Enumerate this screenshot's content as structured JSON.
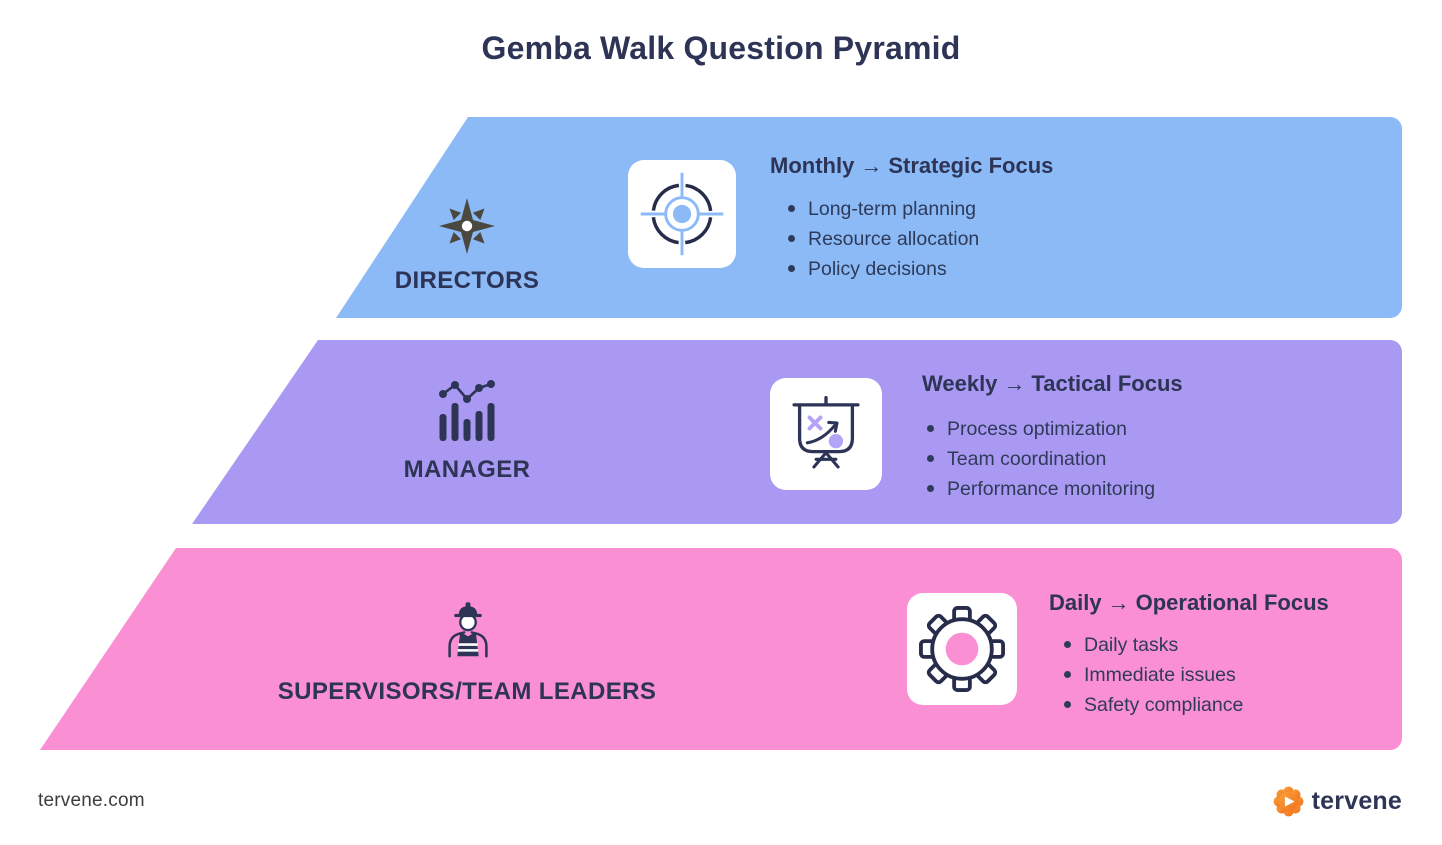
{
  "title": "Gemba Walk Question Pyramid",
  "arrow": "→",
  "tiers": [
    {
      "role": "DIRECTORS",
      "role_icon": "compass-rose",
      "card_icon": "target",
      "frequency": "Monthly",
      "focus": "Strategic Focus",
      "bullets": [
        "Long-term planning",
        "Resource allocation",
        "Policy decisions"
      ],
      "color": "#8BBAF7"
    },
    {
      "role": "MANAGER",
      "role_icon": "bar-chart",
      "card_icon": "strategy-board",
      "frequency": "Weekly",
      "focus": "Tactical Focus",
      "bullets": [
        "Process optimization",
        "Team coordination",
        "Performance monitoring"
      ],
      "color": "#A999F2"
    },
    {
      "role": "SUPERVISORS/TEAM LEADERS",
      "role_icon": "construction-worker",
      "card_icon": "gear",
      "frequency": "Daily",
      "focus": "Operational Focus",
      "bullets": [
        "Daily tasks",
        "Immediate issues",
        "Safety compliance"
      ],
      "color": "#FA8FD4"
    }
  ],
  "footer": {
    "website": "tervene.com",
    "brand": "tervene"
  },
  "colors": {
    "text_navy": "#2D3456",
    "body_navy": "#2E3A59",
    "tier_blue": "#8BBAF7",
    "tier_purple": "#A999F2",
    "tier_pink": "#FA8FD4",
    "compass_gray": "#4A4840",
    "ring_navy": "#262C4A",
    "logo_orange": "#F6861F",
    "card_white": "#FFFFFF"
  }
}
